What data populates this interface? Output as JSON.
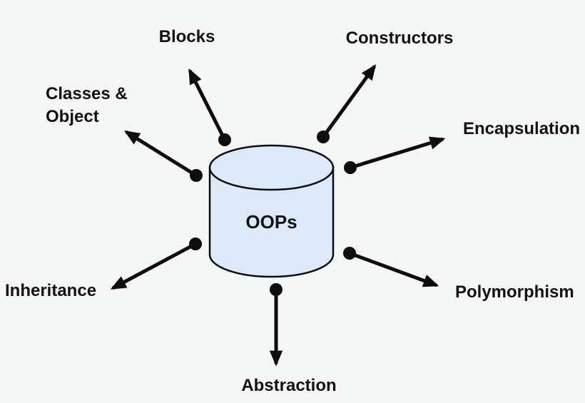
{
  "diagram": {
    "type": "hub-and-spoke",
    "center": {
      "label": "OOPs",
      "shape": "cylinder"
    },
    "concepts": [
      {
        "id": "blocks",
        "label": "Blocks"
      },
      {
        "id": "constructors",
        "label": "Constructors"
      },
      {
        "id": "classes-object",
        "label": "Classes & Object"
      },
      {
        "id": "encapsulation",
        "label": "Encapsulation"
      },
      {
        "id": "inheritance",
        "label": "Inheritance"
      },
      {
        "id": "polymorphism",
        "label": "Polymorphism"
      },
      {
        "id": "abstraction",
        "label": "Abstraction"
      }
    ],
    "colors": {
      "background": "#f5f6f6",
      "cylinder_fill": "#dde9f6",
      "line": "#0d0d0d",
      "text": "#121212"
    }
  }
}
